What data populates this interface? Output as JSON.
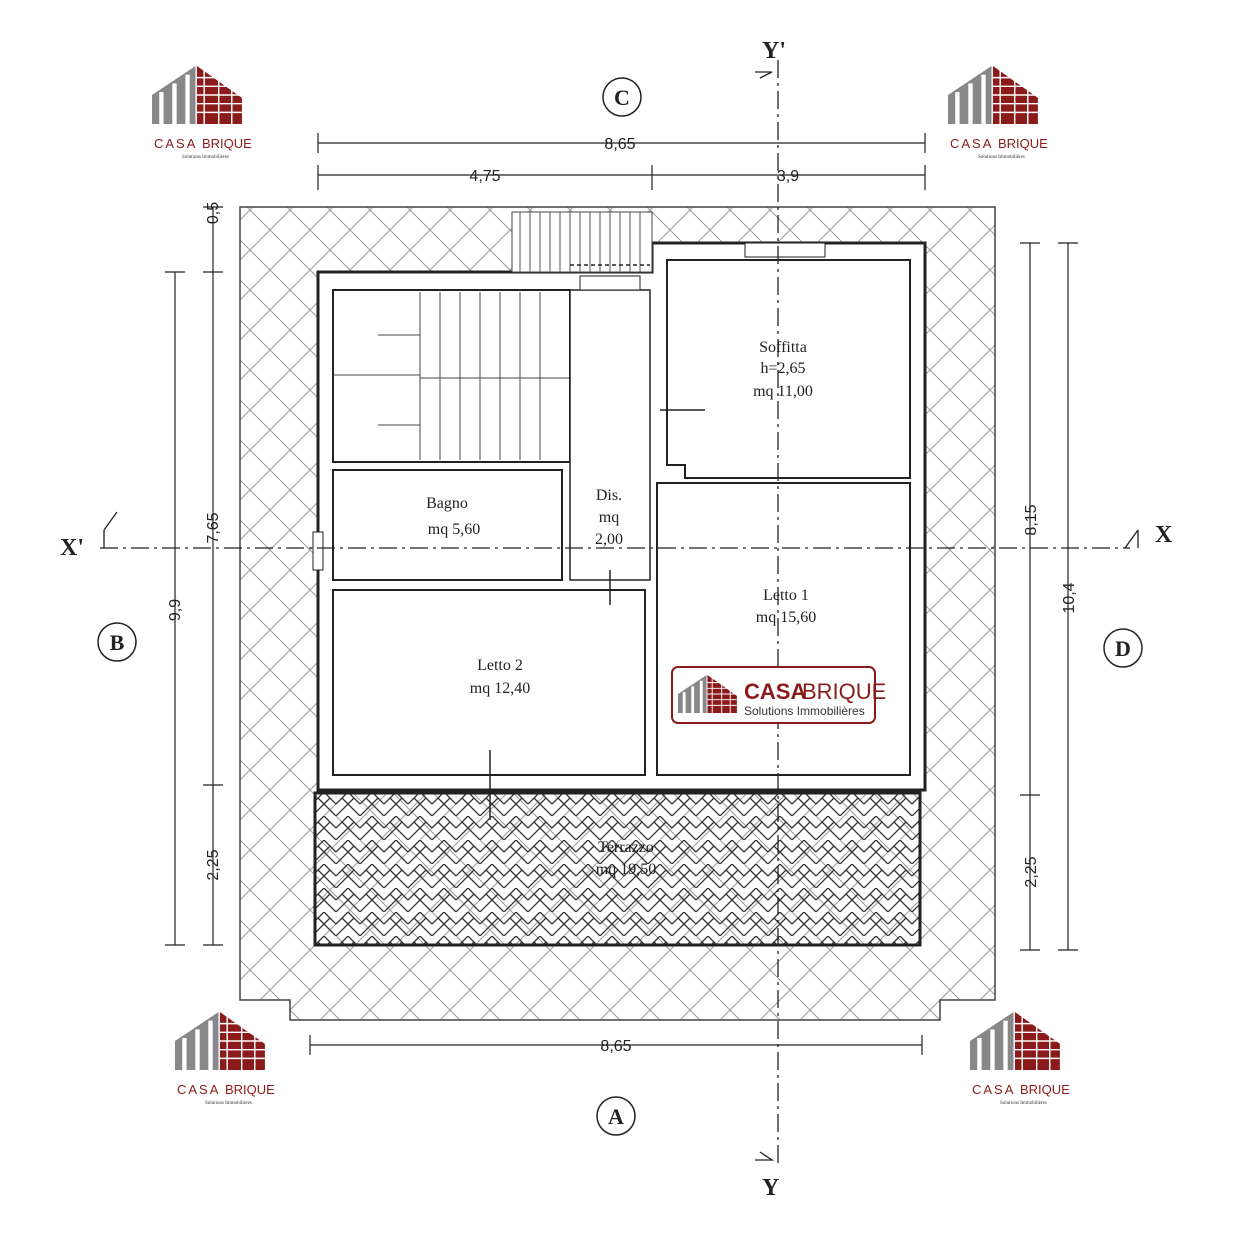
{
  "dimensions": {
    "top_total": "8,65",
    "top_left": "4,75",
    "top_right": "3,9",
    "left_top": "0,5",
    "left_mid": "7,65",
    "left_bottom": "2,25",
    "left_total": "9,9",
    "right_mid": "8,15",
    "right_bottom": "2,25",
    "right_total": "10,4",
    "bottom_total": "8,65"
  },
  "elevations": {
    "top": "C",
    "left": "B",
    "right": "D",
    "bottom": "A"
  },
  "section_axes": {
    "x_left": "X'",
    "x_right": "X",
    "y_top": "Y'",
    "y_bottom": "Y"
  },
  "rooms": {
    "soffitta": {
      "name": "Soffitta",
      "height": "h=2,65",
      "area": "mq 11,00"
    },
    "bagno": {
      "name": "Bagno",
      "area": "mq 5,60"
    },
    "dis": {
      "name": "Dis.",
      "area_unit": "mq",
      "area": "2,00"
    },
    "letto1": {
      "name": "Letto 1",
      "area": "mq 15,60"
    },
    "letto2": {
      "name": "Letto 2",
      "area": "mq 12,40"
    },
    "terrazzo": {
      "name": "Terrazzo",
      "area": "mq 19,50"
    }
  },
  "logo": {
    "brand_a": "CASA",
    "brand_b": "BRIQUE",
    "tagline": "Solutions Immobilières"
  },
  "colors": {
    "brand_red": "#8b1a1a",
    "brand_grey": "#808080",
    "line": "#222222"
  }
}
